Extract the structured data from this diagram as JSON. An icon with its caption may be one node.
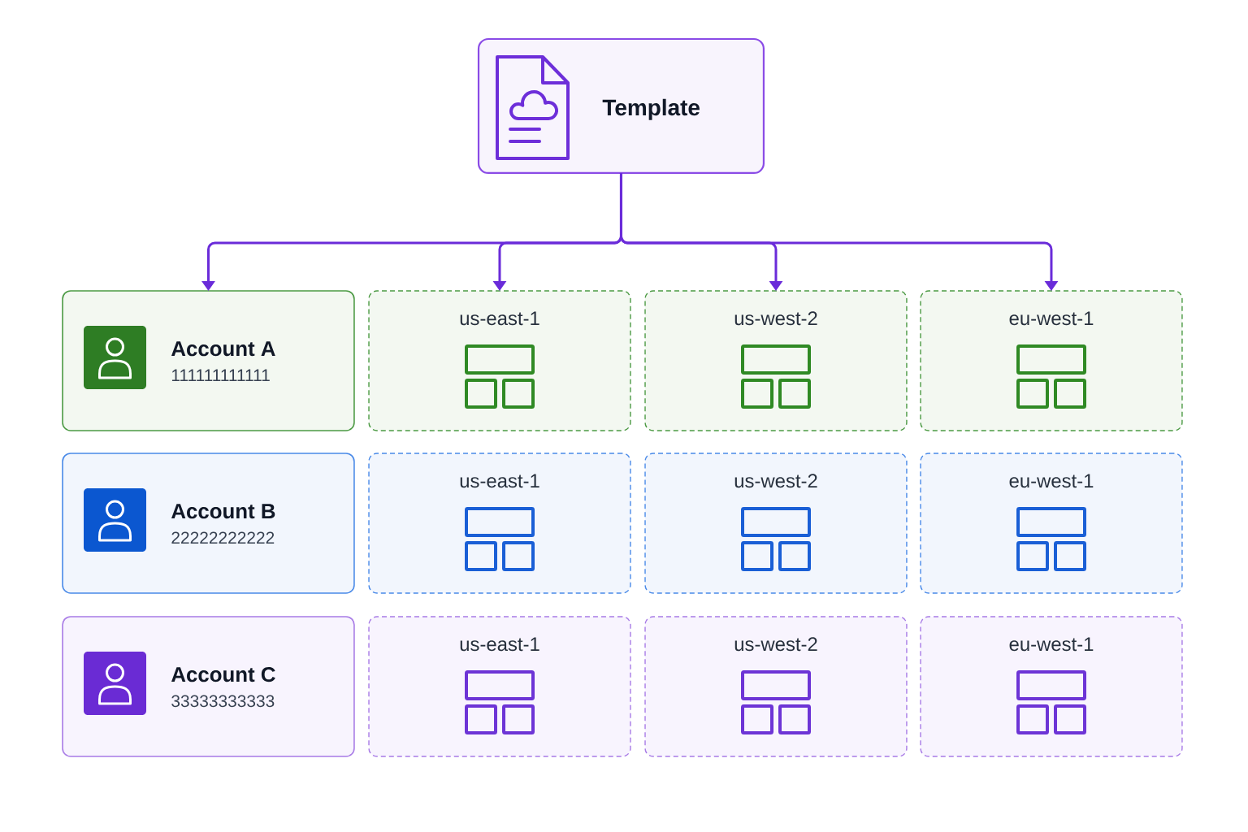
{
  "diagram": {
    "nodes": [
      {
        "text": [
          "Template"
        ]
      },
      {
        "text": [
          "Account A",
          "111111111111"
        ]
      },
      {
        "text": [
          "us-east-1"
        ]
      },
      {
        "text": [
          "us-west-2"
        ]
      },
      {
        "text": [
          "eu-west-1"
        ]
      },
      {
        "text": [
          "Account B",
          "22222222222"
        ]
      },
      {
        "text": [
          "us-east-1"
        ]
      },
      {
        "text": [
          "us-west-2"
        ]
      },
      {
        "text": [
          "eu-west-1"
        ]
      },
      {
        "text": [
          "Account C",
          "33333333333"
        ]
      },
      {
        "text": [
          "us-east-1"
        ]
      },
      {
        "text": [
          "us-west-2"
        ]
      },
      {
        "text": [
          "eu-west-1"
        ]
      }
    ],
    "edges": [
      {
        "from": 0,
        "to": 1,
        "arrow": "to"
      },
      {
        "from": 0,
        "to": 2,
        "arrow": "to"
      },
      {
        "from": 0,
        "to": 3,
        "arrow": "to"
      },
      {
        "from": 0,
        "to": 4,
        "arrow": "to"
      }
    ]
  }
}
